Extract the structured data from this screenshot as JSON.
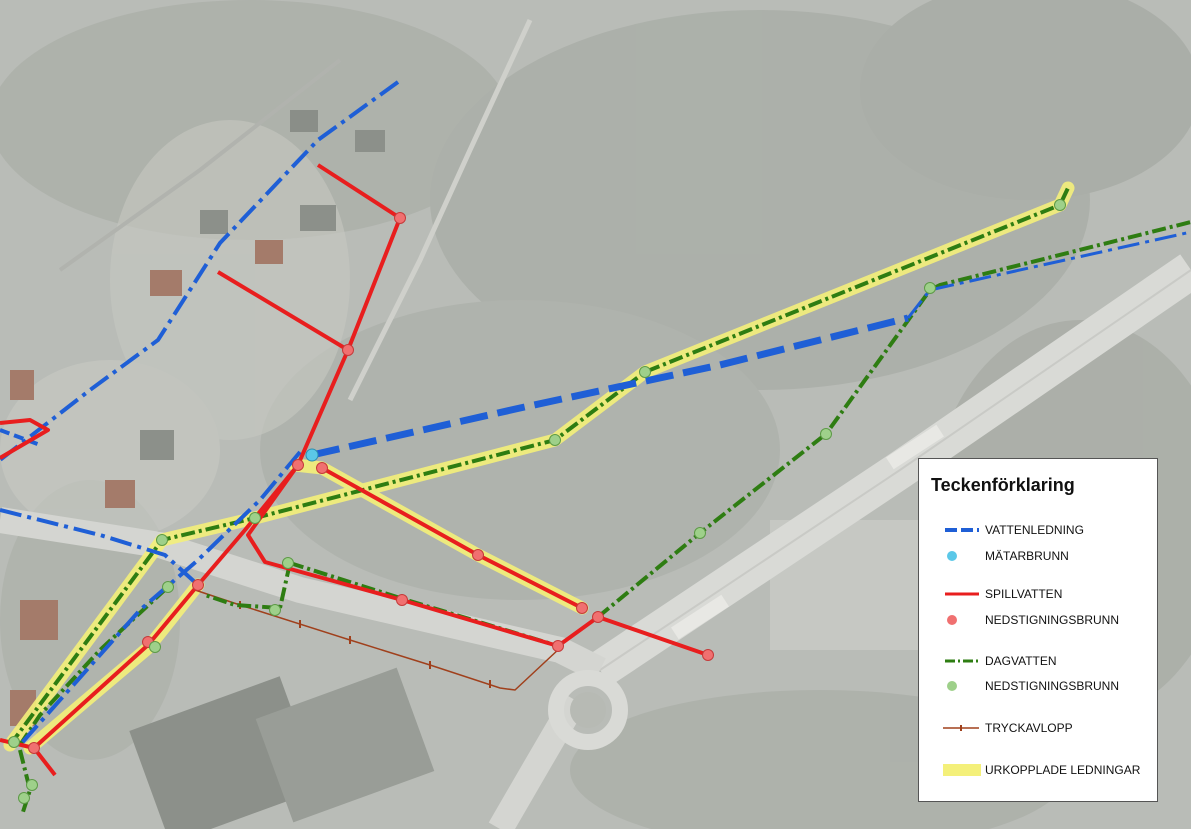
{
  "legend": {
    "title": "Teckenförklaring",
    "items": [
      {
        "label": "VATTENLEDNING",
        "symbol": "dash-line",
        "color": "#1f5fd6"
      },
      {
        "label": "MÄTARBRUNN",
        "symbol": "dot",
        "color": "#5bc8e8"
      },
      {
        "label": "SPILLVATTEN",
        "symbol": "solid-line",
        "color": "#e81e1e"
      },
      {
        "label": "NEDSTIGNINGSBRUNN",
        "symbol": "dot",
        "color": "#f07070"
      },
      {
        "label": "DAGVATTEN",
        "symbol": "dashdot-line",
        "color": "#2e7d12"
      },
      {
        "label": "NEDSTIGNINGSBRUNN",
        "symbol": "dot",
        "color": "#9ed08a"
      },
      {
        "label": "TRYCKAVLOPP",
        "symbol": "tick-line",
        "color": "#a0401c"
      },
      {
        "label": "URKOPPLADE LEDNINGAR",
        "symbol": "highlight",
        "color": "#f4f07a"
      }
    ]
  },
  "colors": {
    "water": "#1f5fd6",
    "meter_well": "#5bc8e8",
    "sewage": "#e81e1e",
    "sewage_manhole": "#f07070",
    "storm": "#2e7d12",
    "storm_manhole": "#9ed08a",
    "pressure_sewer": "#a0401c",
    "disconnected": "#f4f07a"
  }
}
